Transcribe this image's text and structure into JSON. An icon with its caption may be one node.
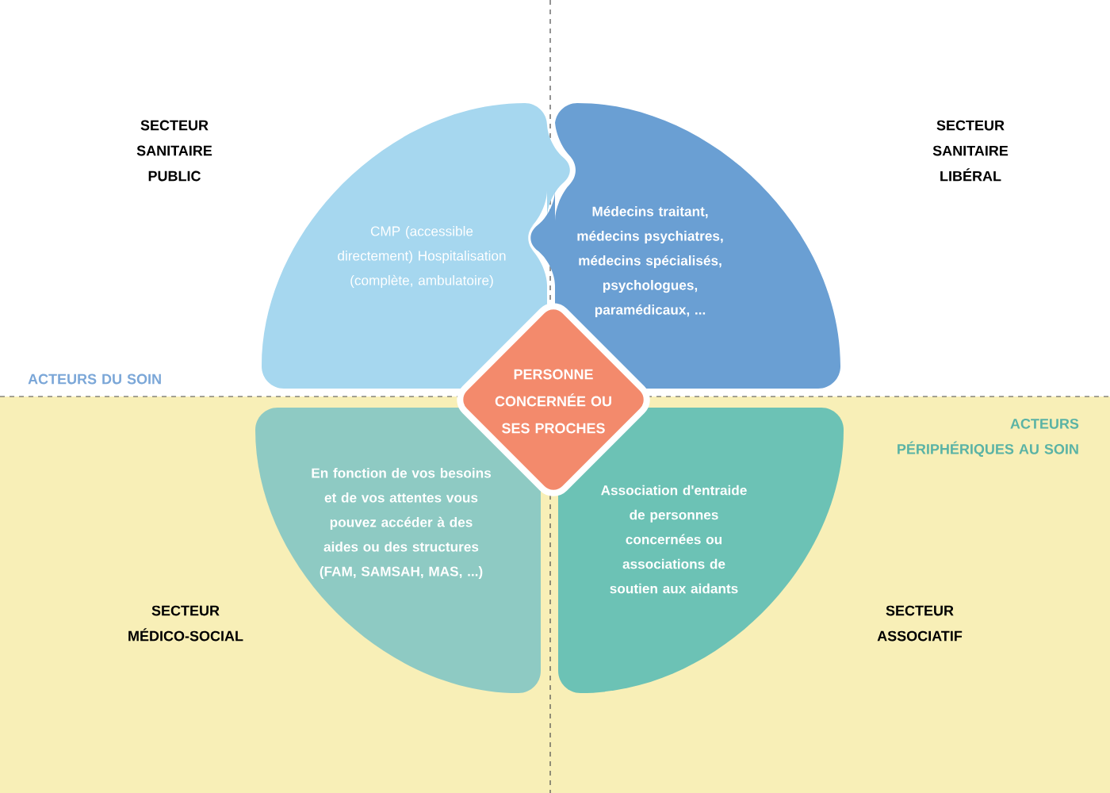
{
  "diagram": {
    "nodes": [
      {
        "text": [
          "CMP (accessible directement) Hospitalisation (complète, ambulatoire)"
        ]
      },
      {
        "text": [
          "Médecins traitant, médecins psychiatres, médecins spécialisés, psychologues, paramédicaux, ..."
        ]
      },
      {
        "text": [
          "PERSONNE CONCERNÉE OU SES PROCHES"
        ]
      },
      {
        "text": [
          "En fonction de vos besoins et de vos attentes vous pouvez accéder à des aides ou des structures (FAM, SAMSAH, MAS, ...)"
        ]
      },
      {
        "text": [
          "Association d'entraide de personnes concernées ou associations de soutien aux aidants"
        ]
      }
    ],
    "labels": [
      "SECTEUR SANITAIRE PUBLIC",
      "SECTEUR SANITAIRE LIBÉRAL",
      "ACTEURS DU SOIN",
      "ACTEURS PÉRIPHÉRIQUES AU SOIN",
      "SECTEUR MÉDICO-SOCIAL",
      "SECTEUR ASSOCIATIF"
    ]
  }
}
